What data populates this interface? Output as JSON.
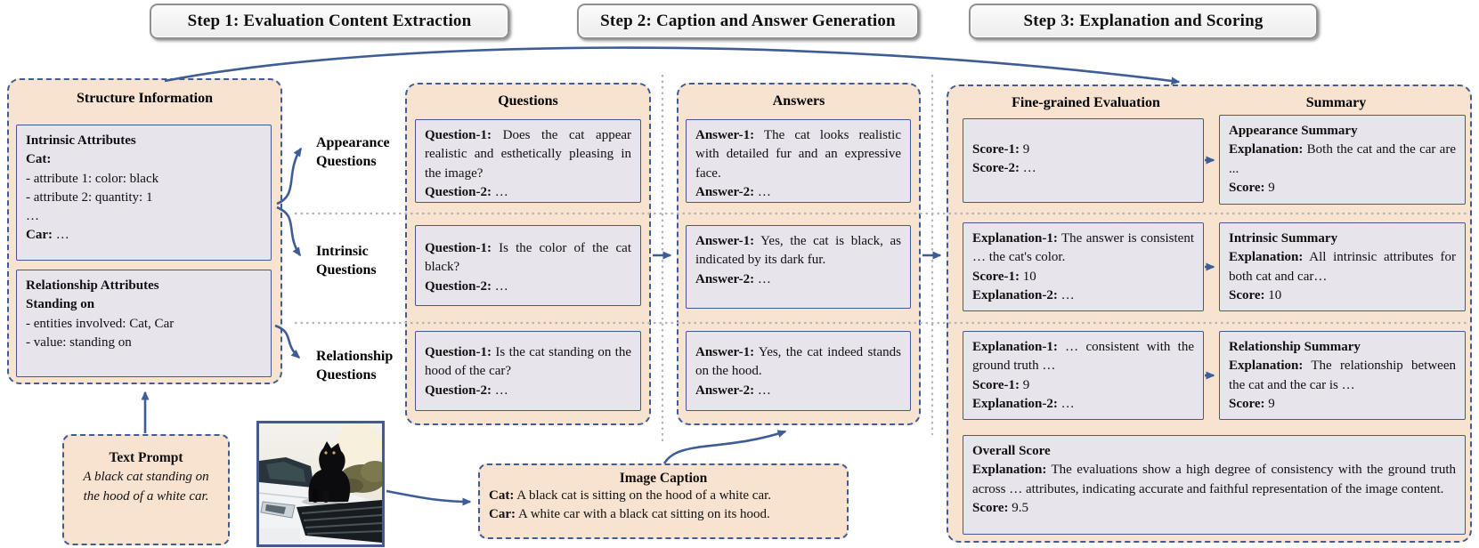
{
  "steps": [
    {
      "label": "Step 1: Evaluation Content Extraction"
    },
    {
      "label": "Step 2: Caption and Answer Generation"
    },
    {
      "label": "Step 3: Explanation and Scoring"
    }
  ],
  "colors": {
    "accent_blue": "#3e5c96",
    "panel_peach": "#f8e3d0",
    "box_grey": "#e7e4ec"
  },
  "structure": {
    "title": "Structure Information",
    "intrinsic": {
      "title": "Intrinsic Attributes",
      "entity1_label": "Cat:",
      "attr1": "- attribute 1: color: black",
      "attr2": "- attribute 2: quantity: 1",
      "ellipsis": "…",
      "entity2_label": "Car:",
      "entity2_text": "…"
    },
    "relationship": {
      "title": "Relationship Attributes",
      "subtitle": "Standing on",
      "entities": "- entities involved: Cat, Car",
      "value": "- value: standing on"
    }
  },
  "question_types": [
    {
      "label": "Appearance Questions"
    },
    {
      "label": "Intrinsic Questions"
    },
    {
      "label": "Relationship Questions"
    }
  ],
  "questions": {
    "title": "Questions",
    "boxes": [
      {
        "l1": "Question-1:",
        "t1": "Does the cat appear realistic and esthetically pleasing in the image?",
        "l2": "Question-2:",
        "t2": "…"
      },
      {
        "l1": "Question-1:",
        "t1": "Is the color of the cat black?",
        "l2": "Question-2:",
        "t2": "…"
      },
      {
        "l1": "Question-1:",
        "t1": "Is the cat standing on the hood of the car?",
        "l2": "Question-2:",
        "t2": "…"
      }
    ]
  },
  "answers": {
    "title": "Answers",
    "boxes": [
      {
        "l1": "Answer-1:",
        "t1": "The cat looks realistic with detailed fur and an expressive face.",
        "l2": "Answer-2:",
        "t2": "…"
      },
      {
        "l1": "Answer-1:",
        "t1": "Yes, the cat is black, as indicated by its dark fur.",
        "l2": "Answer-2:",
        "t2": "…"
      },
      {
        "l1": "Answer-1:",
        "t1": "Yes, the cat indeed stands on the hood.",
        "l2": "Answer-2:",
        "t2": "…"
      }
    ]
  },
  "evaluation": {
    "title": "Fine-grained Evaluation",
    "boxes": [
      {
        "lines": [
          {
            "l": "Score-1:",
            "t": "9"
          },
          {
            "l": "Score-2:",
            "t": "…"
          }
        ]
      },
      {
        "lines": [
          {
            "l": "Explanation-1:",
            "t": "The answer is consistent … the cat's color."
          },
          {
            "l": "Score-1:",
            "t": "10"
          },
          {
            "l": "Explanation-2:",
            "t": "…"
          }
        ]
      },
      {
        "lines": [
          {
            "l": "Explanation-1:",
            "t": "… consistent with the ground truth …"
          },
          {
            "l": "Score-1:",
            "t": "9"
          },
          {
            "l": "Explanation-2:",
            "t": "…"
          }
        ]
      }
    ]
  },
  "summary": {
    "title": "Summary",
    "boxes": [
      {
        "heading": "Appearance Summary",
        "expl_label": "Explanation:",
        "expl_text": "Both the cat and the car are ...",
        "score_label": "Score:",
        "score_value": "9"
      },
      {
        "heading": "Intrinsic Summary",
        "expl_label": "Explanation:",
        "expl_text": "All intrinsic attributes for both cat and car…",
        "score_label": "Score:",
        "score_value": "10"
      },
      {
        "heading": "Relationship Summary",
        "expl_label": "Explanation:",
        "expl_text": "The relationship between the cat and the car is …",
        "score_label": "Score:",
        "score_value": "9"
      }
    ]
  },
  "overall": {
    "heading": "Overall Score",
    "expl_label": "Explanation:",
    "expl_text": "The evaluations show a high degree of consistency with the ground truth across … attributes, indicating accurate and faithful representation of the image content.",
    "score_label": "Score:",
    "score_value": "9.5"
  },
  "text_prompt": {
    "title": "Text Prompt",
    "body": "A black cat standing on the hood of a white car."
  },
  "image_caption": {
    "title": "Image Caption",
    "cat_label": "Cat:",
    "cat_text": "A black cat is sitting on the hood of a white car.",
    "car_label": "Car:",
    "car_text": "A white car with a black cat sitting on its hood."
  }
}
